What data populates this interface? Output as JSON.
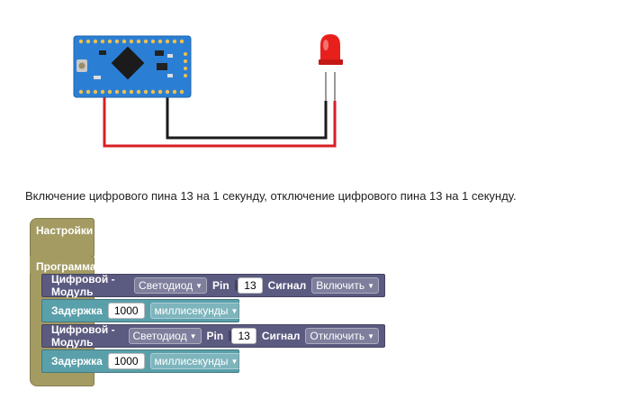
{
  "description": "Включение цифрового пина 13 на 1 секунду, отключение цифрового пина 13 на 1 секунду.",
  "blocks": {
    "setup_label": "Настройки",
    "program_label": "Программа",
    "digital_1": {
      "label": "Цифровой - Модуль",
      "module": "Светодиод",
      "pin_label": "Pin",
      "pin": "13",
      "signal_label": "Сигнал",
      "signal": "Включить"
    },
    "delay_1": {
      "label": "Задержка",
      "value": "1000",
      "unit": "миллисекунды"
    },
    "digital_2": {
      "label": "Цифровой - Модуль",
      "module": "Светодиод",
      "pin_label": "Pin",
      "pin": "13",
      "signal_label": "Сигнал",
      "signal": "Отключить"
    },
    "delay_2": {
      "label": "Задержка",
      "value": "1000",
      "unit": "миллисекунды"
    }
  },
  "colors": {
    "board": "#2a7fd5",
    "wire_red": "#d81f24",
    "wire_black": "#1a1a1a",
    "led": "#e8201c",
    "setup_block": "#a49b63",
    "digital_block": "#5b5a80",
    "delay_block": "#5aa0ab"
  },
  "icons": [
    "arduino-board",
    "led-icon",
    "dropdown-caret-icon"
  ]
}
